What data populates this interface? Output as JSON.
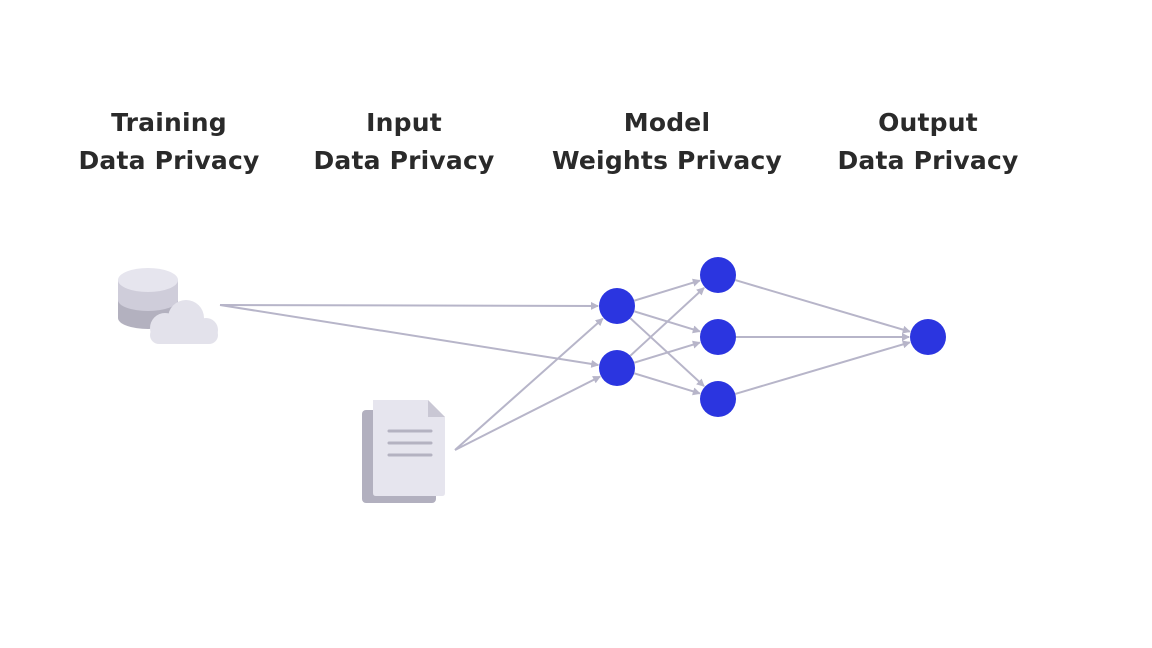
{
  "headings": [
    {
      "line1": "Training",
      "line2": "Data Privacy"
    },
    {
      "line1": "Input",
      "line2": "Data Privacy"
    },
    {
      "line1": "Model",
      "line2": "Weights Privacy"
    },
    {
      "line1": "Output",
      "line2": "Data Privacy"
    }
  ],
  "icons": {
    "training_source": "database-cloud-icon",
    "input_source": "document-stack-icon"
  },
  "colors": {
    "node": "#2b35e0",
    "edge": "#b7b5c9",
    "icon_light": "#e6e5ee",
    "icon_mid": "#cfcdda",
    "icon_dark": "#a9a7b6",
    "text": "#2a2a2a"
  }
}
